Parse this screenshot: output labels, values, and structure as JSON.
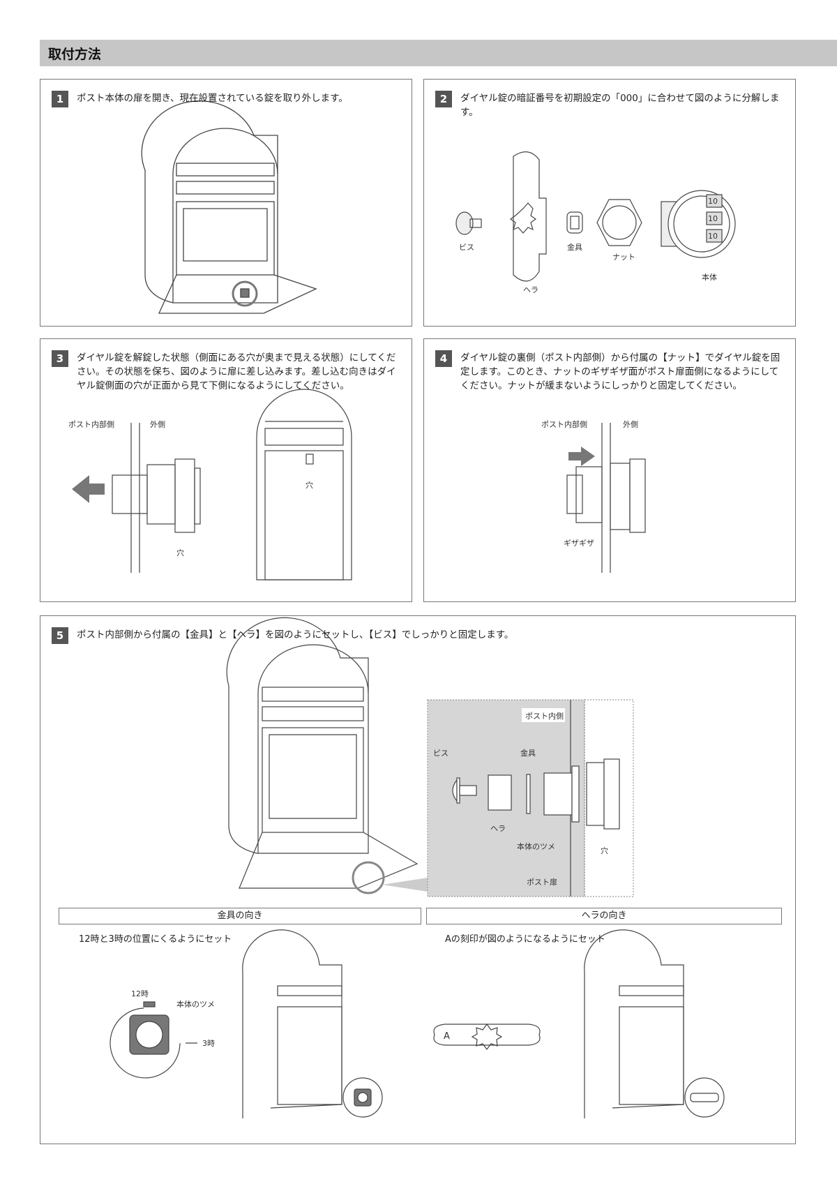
{
  "title": "取付方法",
  "steps": [
    {
      "num": "1",
      "text": "ポスト本体の扉を開き、現在設置されている錠を取り外します。"
    },
    {
      "num": "2",
      "text": "ダイヤル錠の暗証番号を初期設定の「000」に合わせて図のように分解します。",
      "labels": {
        "bis": "ビス",
        "hera": "ヘラ",
        "kanagu": "金具",
        "nut": "ナット",
        "hontai": "本体",
        "dial": "10"
      }
    },
    {
      "num": "3",
      "text": "ダイヤル錠を解錠した状態（側面にある穴が奥まで見える状態）にしてください。その状態を保ち、図のように扉に差し込みます。差し込む向きはダイヤル錠側面の穴が正面から見て下側になるようにしてください。",
      "labels": {
        "inside": "ポスト内部側",
        "outside": "外側",
        "hole": "穴"
      }
    },
    {
      "num": "4",
      "text": "ダイヤル錠の裏側（ポスト内部側）から付属の【ナット】でダイヤル錠を固定します。このとき、ナットのギザギザ面がポスト扉面側になるようにしてください。ナットが緩まないようにしっかりと固定してください。",
      "labels": {
        "inside": "ポスト内部側",
        "outside": "外側",
        "serration": "ギザギザ"
      }
    },
    {
      "num": "5",
      "text": "ポスト内部側から付属の【金具】と【ヘラ】を図のようにセットし、【ビス】でしっかりと固定します。",
      "labels": {
        "post_inside": "ポスト内側",
        "bis": "ビス",
        "kanagu": "金具",
        "hera": "ヘラ",
        "tsume": "本体のツメ",
        "hole": "穴",
        "door": "ポスト扉"
      }
    }
  ],
  "kanagu_orientation": {
    "title": "金具の向き",
    "note": "12時と3時の位置にくるようにセット",
    "twelve": "12時",
    "three": "3時",
    "tsume": "本体のツメ"
  },
  "hera_orientation": {
    "title": "ヘラの向き",
    "note": "Aの刻印が図のようになるようにセット",
    "mark": "A"
  }
}
